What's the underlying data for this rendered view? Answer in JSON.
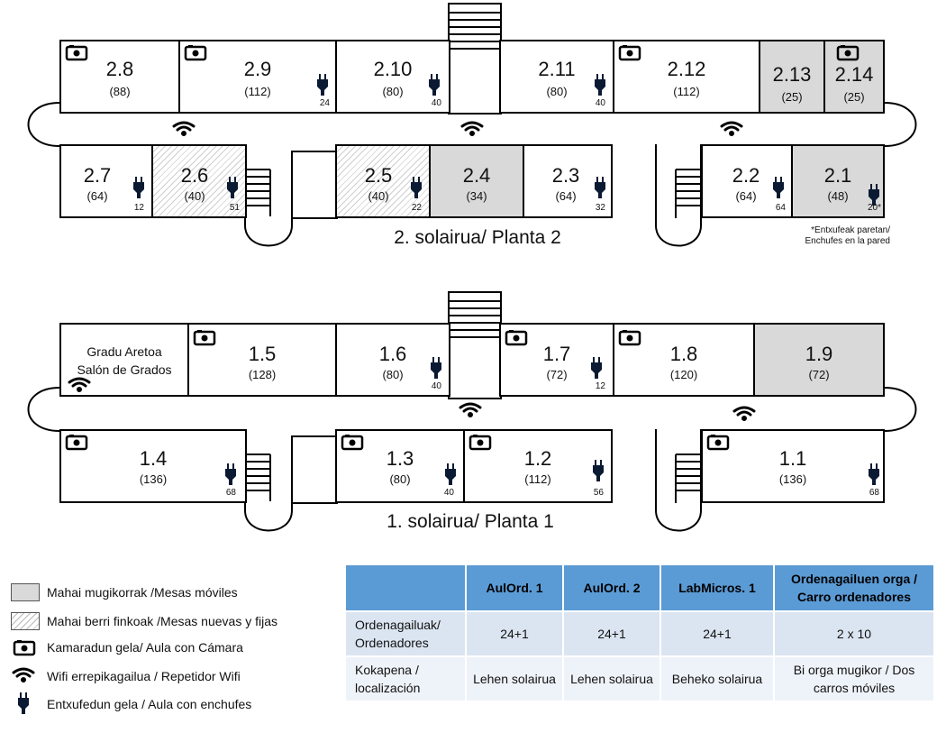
{
  "floor2": {
    "title": "2. solairua/ Planta 2",
    "note_line1": "*Entxufeak paretan/",
    "note_line2": "Enchufes en la pared",
    "rooms": [
      {
        "num": "2.8",
        "cap": "(88)"
      },
      {
        "num": "2.9",
        "cap": "(112)",
        "plugs": "24"
      },
      {
        "num": "2.10",
        "cap": "(80)",
        "plugs": "40"
      },
      {
        "num": "2.11",
        "cap": "(80)",
        "plugs": "40"
      },
      {
        "num": "2.12",
        "cap": "(112)"
      },
      {
        "num": "2.13",
        "cap": "(25)"
      },
      {
        "num": "2.14",
        "cap": "(25)"
      },
      {
        "num": "2.7",
        "cap": "(64)",
        "plugs": "12"
      },
      {
        "num": "2.6",
        "cap": "(40)",
        "plugs": "51"
      },
      {
        "num": "2.5",
        "cap": "(40)",
        "plugs": "22"
      },
      {
        "num": "2.4",
        "cap": "(34)"
      },
      {
        "num": "2.3",
        "cap": "(64)",
        "plugs": "32"
      },
      {
        "num": "2.2",
        "cap": "(64)",
        "plugs": "64"
      },
      {
        "num": "2.1",
        "cap": "(48)",
        "plugs": "20*"
      }
    ]
  },
  "floor1": {
    "title": "1. solairua/ Planta 1",
    "hall_line1": "Gradu Aretoa",
    "hall_line2": "Salón de Grados",
    "rooms": [
      {
        "num": "1.5",
        "cap": "(128)"
      },
      {
        "num": "1.6",
        "cap": "(80)",
        "plugs": "40"
      },
      {
        "num": "1.7",
        "cap": "(72)",
        "plugs": "12"
      },
      {
        "num": "1.8",
        "cap": "(120)"
      },
      {
        "num": "1.9",
        "cap": "(72)"
      },
      {
        "num": "1.4",
        "cap": "(136)",
        "plugs": "68"
      },
      {
        "num": "1.3",
        "cap": "(80)",
        "plugs": "40"
      },
      {
        "num": "1.2",
        "cap": "(112)",
        "plugs": "56"
      },
      {
        "num": "1.1",
        "cap": "(136)",
        "plugs": "68"
      }
    ]
  },
  "legend": [
    {
      "icon": "grey-box",
      "label": "Mahai mugikorrak /Mesas móviles"
    },
    {
      "icon": "hatched-box",
      "label": "Mahai berri finkoak /Mesas nuevas y fijas"
    },
    {
      "icon": "camera-icon",
      "label": "Kamaradun gela/ Aula con Cámara"
    },
    {
      "icon": "wifi-icon",
      "label": "Wifi errepikagailua / Repetidor Wifi"
    },
    {
      "icon": "plug-icon",
      "label": "Entxufedun gela / Aula con enchufes"
    }
  ],
  "table": {
    "headers": [
      "",
      "AulOrd. 1",
      "AulOrd. 2",
      "LabMicros. 1",
      "Ordenagailuen orga / Carro ordenadores"
    ],
    "rows": [
      {
        "label": "Ordenagailuak/ Ordenadores",
        "cells": [
          "24+1",
          "24+1",
          "24+1",
          "2 x 10"
        ]
      },
      {
        "label": "Kokapena / localización",
        "cells": [
          "Lehen solairua",
          "Lehen solairua",
          "Beheko solairua",
          "Bi orga mugikor / Dos carros móviles"
        ]
      }
    ]
  },
  "colors": {
    "grey": "#d9d9d9",
    "header": "#5b9bd5",
    "row1": "#dbe5f1",
    "row2": "#eef3f9"
  }
}
